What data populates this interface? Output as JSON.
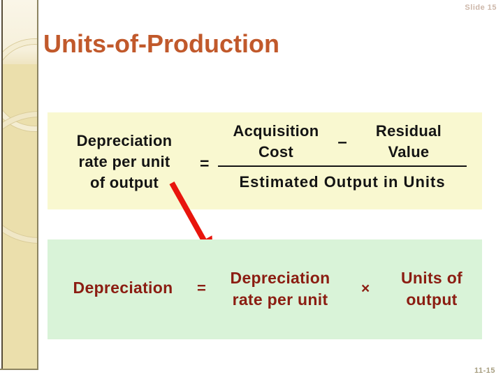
{
  "page": {
    "slide_label_top": "Slide 15",
    "slide_label_bottom": "11-15",
    "title": "Units-of-Production"
  },
  "formula_rate": {
    "lhs_line1": "Depreciation",
    "lhs_line2": "rate per unit",
    "lhs_line3": "of output",
    "equals": "=",
    "num_left_line1": "Acquisition",
    "num_left_line2": "Cost",
    "minus": "–",
    "num_right_line1": "Residual",
    "num_right_line2": "Value",
    "denominator": "Estimated Output in Units"
  },
  "formula_depreciation": {
    "lhs": "Depreciation",
    "equals": "=",
    "factor1_line1": "Depreciation",
    "factor1_line2": "rate per unit",
    "times": "×",
    "factor2_line1": "Units of",
    "factor2_line2": "output"
  },
  "colors": {
    "title": "#C1592B",
    "yellow_box_bg": "#F9F8D0",
    "green_box_bg": "#D9F3D8",
    "green_text": "#8B1D12",
    "arrow_red": "#E8150D",
    "sidebar_tan": "#EBDFAC"
  }
}
